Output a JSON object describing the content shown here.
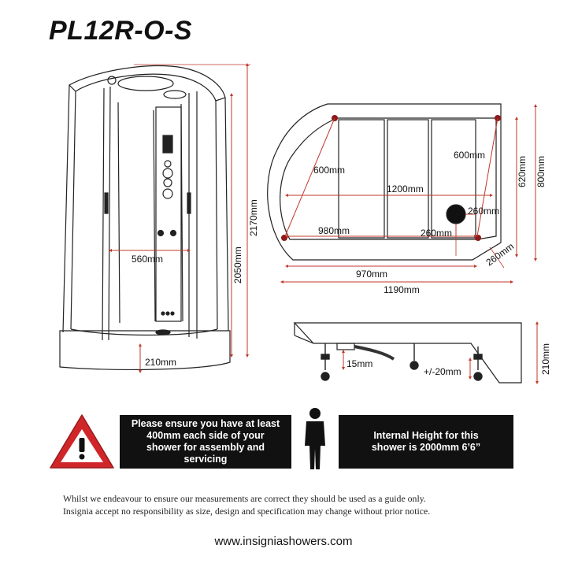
{
  "title": "PL12R-O-S",
  "elevation": {
    "height_total": "2170mm",
    "height_cabin": "2050mm",
    "door_width": "560mm",
    "tray_height": "210mm"
  },
  "plan": {
    "diag_left": "600mm",
    "diag_right": "600mm",
    "inner_width": "1200mm",
    "drain_offset_right": "260mm",
    "bottom_inner": "980mm",
    "drain_offset_bottom": "260mm",
    "depth_side": "620mm",
    "depth_total": "800mm",
    "corner": "260mm",
    "width_base": "970mm",
    "width_total": "1190mm"
  },
  "tray": {
    "height": "210mm",
    "trap": "15mm",
    "feet_adjust": "+/-20mm"
  },
  "notices": {
    "clearance_lines": [
      "Please ensure you have at least",
      "400mm each side of your",
      "shower for assembly and",
      "servicing"
    ],
    "height_lines": [
      "Internal Height for this",
      "shower is 2000mm 6’6”"
    ]
  },
  "disclaimer_lines": [
    "Whilst we endeavour to ensure our measurements are correct they should be used as a guide only.",
    "Insignia accept no responsibility as size, design and specification may change without prior notice."
  ],
  "website": "www.insigniashowers.com",
  "colors": {
    "dimension_red": "#c0392b",
    "warning_red": "#d0262a"
  }
}
